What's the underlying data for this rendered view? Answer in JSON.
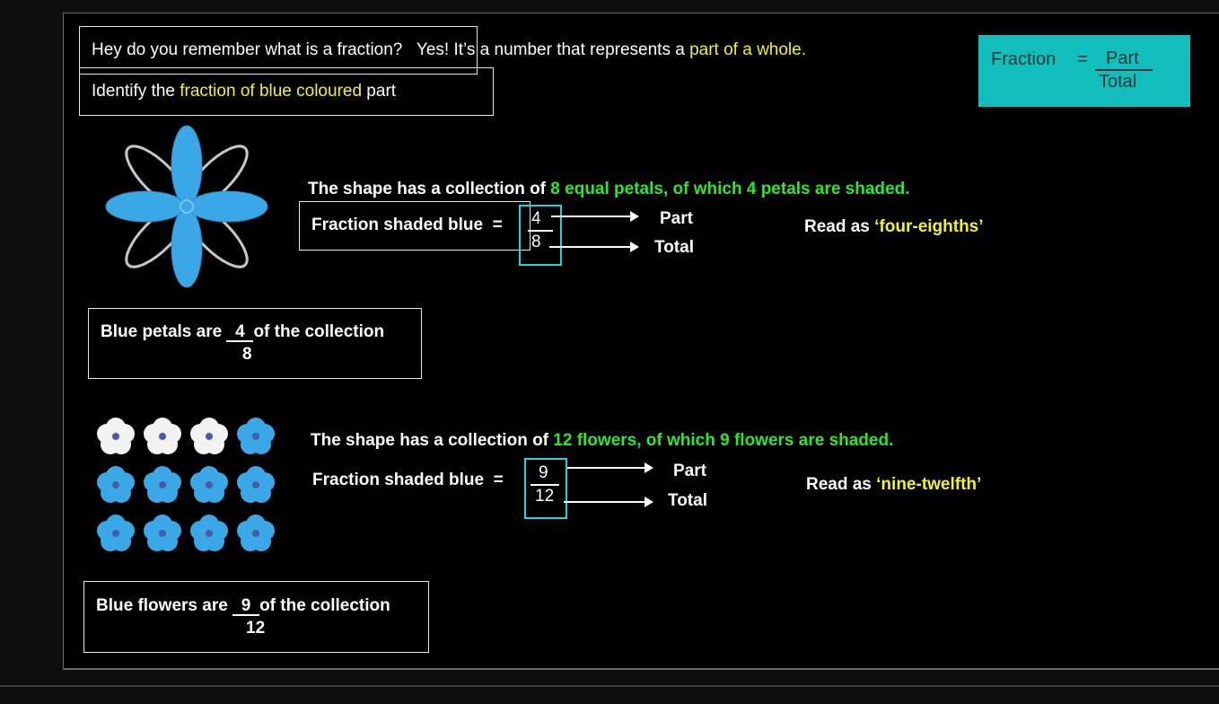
{
  "intro": {
    "question": "Hey do you remember what is a fraction?",
    "answer_prefix": "Yes! It’s a number that represents a ",
    "answer_highlight": "part of a whole.",
    "task_prefix": "Identify the ",
    "task_highlight": "fraction of blue coloured",
    "task_suffix": " part"
  },
  "formula": {
    "label": "Fraction",
    "equals": "=",
    "numerator": "Part",
    "denominator": "Total"
  },
  "example1": {
    "statement_prefix": "The shape has a collection of ",
    "statement_highlight": "8 equal petals, of which 4 petals are shaded.",
    "fraction_label": "Fraction shaded blue",
    "equals": "=",
    "numerator": "4",
    "denominator": "8",
    "part_label": "Part",
    "total_label": "Total",
    "read_prefix": "Read as ",
    "read_highlight": "‘four-eighths’",
    "summary_prefix": "Blue petals are ",
    "summary_numerator": "4",
    "summary_suffix": "of the collection",
    "summary_denominator": "8",
    "petals_total": 8,
    "petals_shaded": 4
  },
  "example2": {
    "statement_prefix": "The shape has a collection of ",
    "statement_highlight": "12 flowers, of which 9 flowers are shaded.",
    "fraction_label": "Fraction shaded blue",
    "equals": "=",
    "numerator": "9",
    "denominator": "12",
    "part_label": "Part",
    "total_label": "Total",
    "read_prefix": "Read as ",
    "read_highlight": "‘nine-twelfth’",
    "summary_prefix": "Blue flowers are ",
    "summary_numerator": "9",
    "summary_suffix": "of the collection",
    "summary_denominator": "12",
    "flowers_total": 12,
    "flowers_shaded": 9
  },
  "colors": {
    "highlight_yellow": "#f2f230",
    "highlight_green": "#2ee82e",
    "shaded_blue": "#3aa8e6",
    "formula_bg": "#12bfbd",
    "frame_cyan": "#27d3df"
  }
}
